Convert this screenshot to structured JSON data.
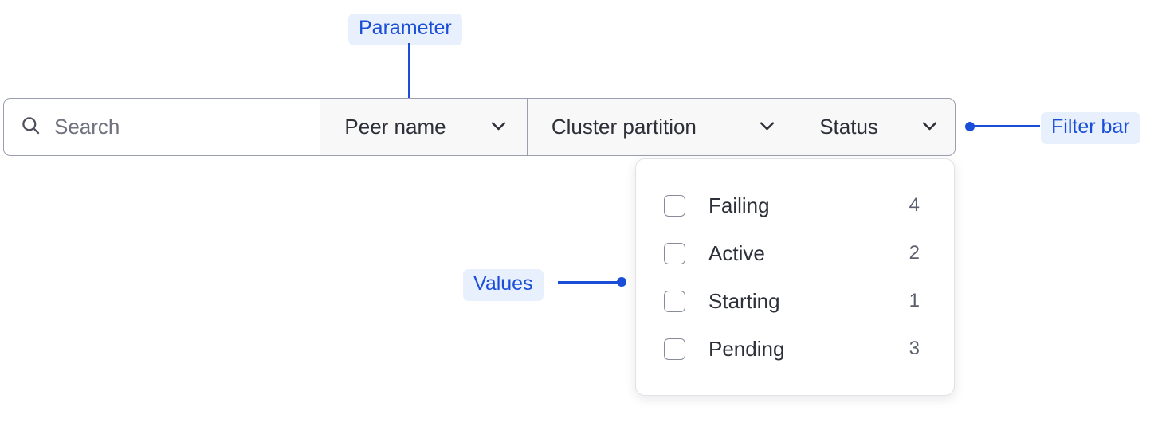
{
  "annotations": [
    {
      "id": "parameter",
      "label": "Parameter"
    },
    {
      "id": "filter_bar",
      "label": "Filter bar"
    },
    {
      "id": "values",
      "label": "Values"
    }
  ],
  "filter_bar": {
    "search": {
      "icon": "search-icon",
      "placeholder": "Search",
      "value": ""
    },
    "dropdowns": [
      {
        "id": "peer-name",
        "label": "Peer name",
        "icon": "chevron-down-icon",
        "expanded": false
      },
      {
        "id": "cluster-partition",
        "label": "Cluster partition",
        "icon": "chevron-down-icon",
        "expanded": false
      },
      {
        "id": "status",
        "label": "Status",
        "icon": "chevron-down-icon",
        "expanded": true
      }
    ]
  },
  "status_panel": {
    "options": [
      {
        "label": "Failing",
        "count": "4",
        "checked": false
      },
      {
        "label": "Active",
        "count": "2",
        "checked": false
      },
      {
        "label": "Starting",
        "count": "1",
        "checked": false
      },
      {
        "label": "Pending",
        "count": "3",
        "checked": false
      }
    ]
  },
  "colors": {
    "annotation_text": "#1a4ed8",
    "annotation_bg": "#e8f0fe",
    "border": "#9a9eb0",
    "segment_bg": "#f8f8f9",
    "text": "#2d3039",
    "muted_text": "#70737f"
  }
}
